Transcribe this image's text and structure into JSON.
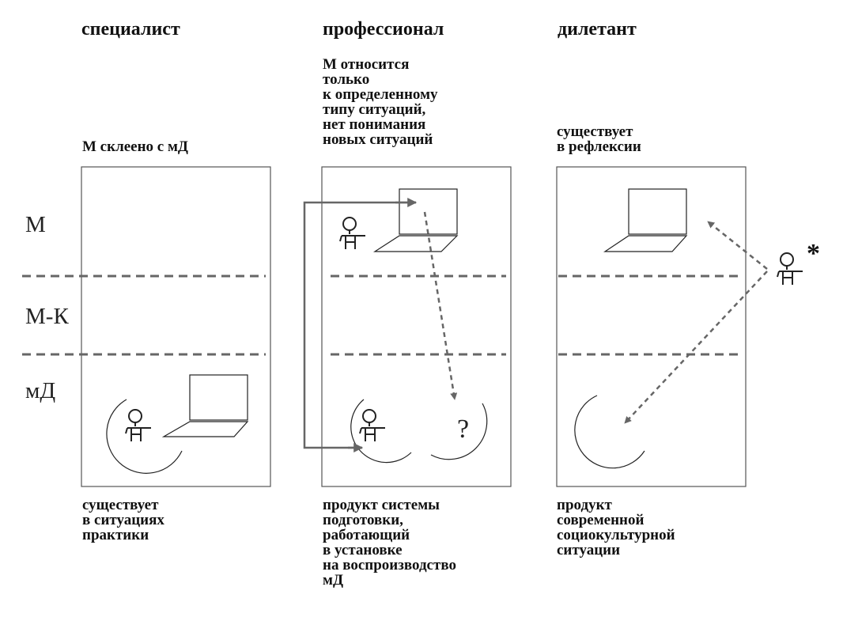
{
  "columns": [
    {
      "title": "специалист",
      "top_note": "М склеено с мД",
      "bottom_note": "существует\nв ситуациях\nпрактики"
    },
    {
      "title": "профессионал",
      "top_note": "М относится\nтолько\nк определенному\nтипу ситуаций,\nнет понимания\nновых ситуаций",
      "bottom_note": "продукт системы\nподготовки,\nработающий\nв установке\nна воспроизводство\nмД"
    },
    {
      "title": "дилетант",
      "top_note": "существует\nв рефлексии",
      "bottom_note": "продукт\nсовременной\nсоциокультурной\nситуации"
    }
  ],
  "levels": [
    "М",
    "М-К",
    "мД"
  ],
  "question_mark": "?",
  "star": "*",
  "colors": {
    "line": "#666666",
    "box": "#555555",
    "text": "#111111"
  }
}
